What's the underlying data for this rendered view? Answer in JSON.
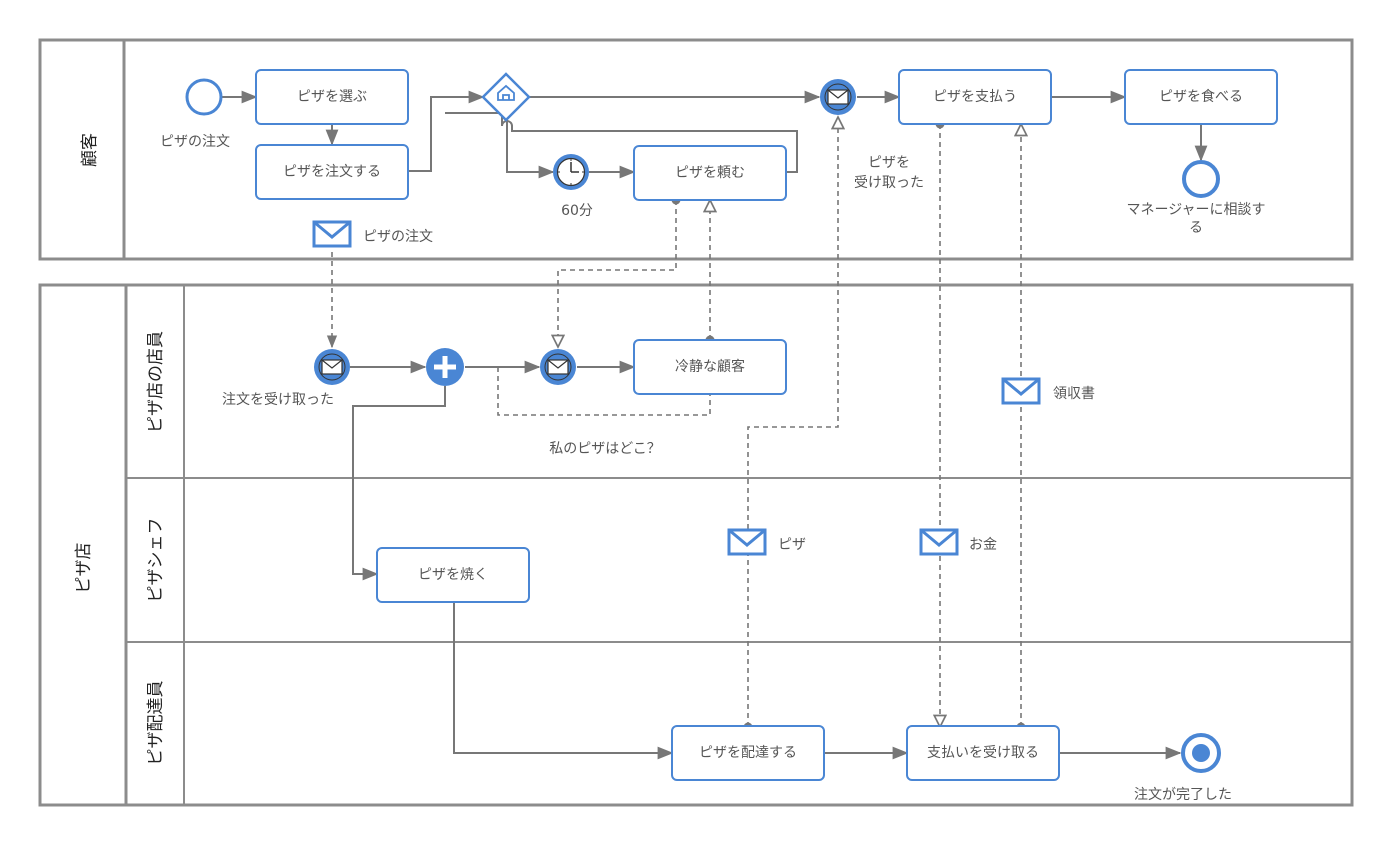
{
  "pools": {
    "customer": {
      "label": "顧客"
    },
    "pizzeria": {
      "label": "ピザ店"
    }
  },
  "lanes": {
    "clerk": "ピザ店の店員",
    "chef": "ピザシェフ",
    "delivery": "ピザ配達員"
  },
  "tasks": {
    "choose": "ピザを選ぶ",
    "order": "ピザを注文する",
    "ask": "ピザを頼む",
    "pay": "ピザを支払う",
    "eat": "ピザを食べる",
    "calm": "冷静な顧客",
    "bake": "ピザを焼く",
    "deliver": "ピザを配達する",
    "receive_payment": "支払いを受け取る"
  },
  "events": {
    "start_label": "ピザの注文",
    "timer_label": "60分",
    "pizza_received_line1": "ピザを",
    "pizza_received_line2": "受け取った",
    "end_manager_line1": "マネージャーに相談す",
    "end_manager_line2": "る",
    "order_received_label": "注文を受け取った",
    "end_complete_label": "注文が完了した"
  },
  "messages": {
    "order": "ピザの注文",
    "where": "私のピザはどこ？",
    "receipt": "領収書",
    "pizza": "ピザ",
    "money": "お金"
  },
  "colors": {
    "task_border": "#4a86d4",
    "event_blue": "#4a86d4",
    "pool_border": "#8c8c8c",
    "flow_line": "#777777",
    "text": "#555555"
  }
}
